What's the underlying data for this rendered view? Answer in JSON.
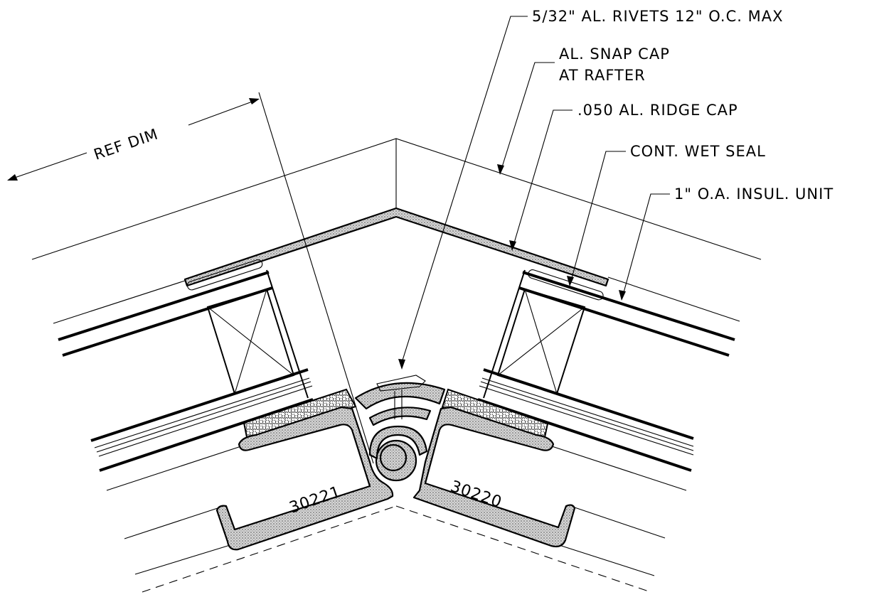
{
  "callouts": {
    "rivets": "5/32\" AL. RIVETS 12\" O.C. MAX",
    "snap_cap_line1": "AL. SNAP CAP",
    "snap_cap_line2": "AT RAFTER",
    "ridge_cap": ".050 AL. RIDGE CAP",
    "wet_seal": "CONT. WET SEAL",
    "insul_unit": "1\" O.A. INSUL. UNIT",
    "ref_dim": "REF DIM"
  },
  "parts": {
    "left": "30221",
    "right": "30220"
  }
}
